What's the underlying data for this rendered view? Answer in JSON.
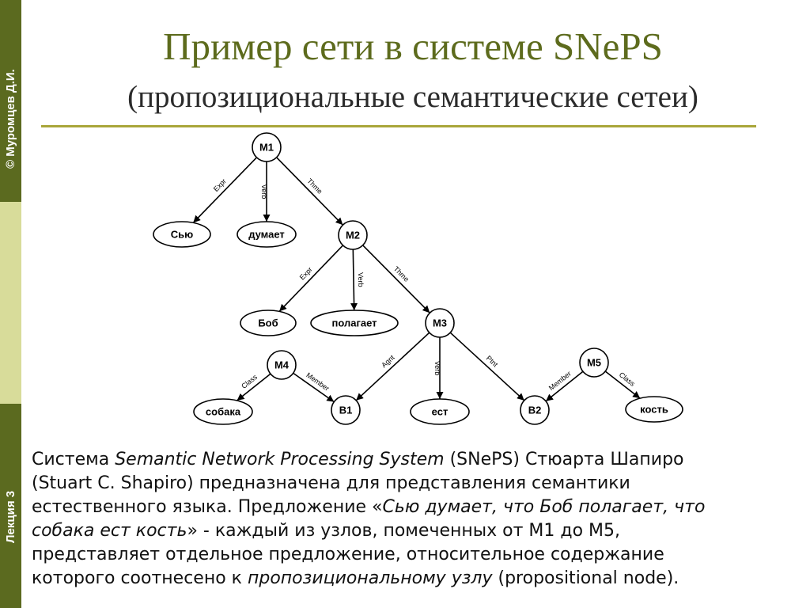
{
  "sidebar": {
    "copyright": "© Муромцев Д.И.",
    "lecture": "Лекция 3"
  },
  "title": "Пример сети в системе SNePS",
  "subtitle": "(пропозициональные семантические сетеи)",
  "diagram": {
    "nodes": [
      {
        "id": "M1",
        "label": "M1"
      },
      {
        "id": "M2",
        "label": "M2"
      },
      {
        "id": "M3",
        "label": "M3"
      },
      {
        "id": "M4",
        "label": "M4"
      },
      {
        "id": "M5",
        "label": "M5"
      },
      {
        "id": "B1",
        "label": "B1"
      },
      {
        "id": "B2",
        "label": "B2"
      },
      {
        "id": "syu",
        "label": "Сью"
      },
      {
        "id": "dumaet",
        "label": "думает"
      },
      {
        "id": "bob",
        "label": "Боб"
      },
      {
        "id": "polagaet",
        "label": "полагает"
      },
      {
        "id": "sobaka",
        "label": "собака"
      },
      {
        "id": "est",
        "label": "ест"
      },
      {
        "id": "kost",
        "label": "кость"
      }
    ],
    "edges": [
      {
        "from": "M1",
        "to": "syu",
        "label": "Expr"
      },
      {
        "from": "M1",
        "to": "dumaet",
        "label": "Verb"
      },
      {
        "from": "M1",
        "to": "M2",
        "label": "Thme"
      },
      {
        "from": "M2",
        "to": "bob",
        "label": "Expr"
      },
      {
        "from": "M2",
        "to": "polagaet",
        "label": "Verb"
      },
      {
        "from": "M2",
        "to": "M3",
        "label": "Thme"
      },
      {
        "from": "M4",
        "to": "sobaka",
        "label": "Class"
      },
      {
        "from": "M4",
        "to": "B1",
        "label": "Member"
      },
      {
        "from": "M3",
        "to": "B1",
        "label": "Agnt"
      },
      {
        "from": "M3",
        "to": "est",
        "label": "Verb"
      },
      {
        "from": "M3",
        "to": "B2",
        "label": "Ptnt"
      },
      {
        "from": "M5",
        "to": "B2",
        "label": "Member"
      },
      {
        "from": "M5",
        "to": "kost",
        "label": "Class"
      }
    ]
  },
  "body": {
    "line1_a": "Система ",
    "line1_b": "Semantic Network Processing System",
    "line1_c": " (SNePS) Стюарта Шапиро",
    "line2": "(Stuart C. Shapiro) предназначена для представления семантики",
    "line3_a": "естественного языка. Предложение «",
    "line3_b": "Сью думает, что Боб полагает, что",
    "line4_a": "собака ест кость",
    "line4_b": "» - каждый из узлов, помеченных от M1 до M5,",
    "line5": "представляет отдельное предложение, относительное содержание",
    "line6_a": "которого соотнесено к ",
    "line6_b": "пропозициональному узлу",
    "line6_c": " (propositional node)."
  }
}
